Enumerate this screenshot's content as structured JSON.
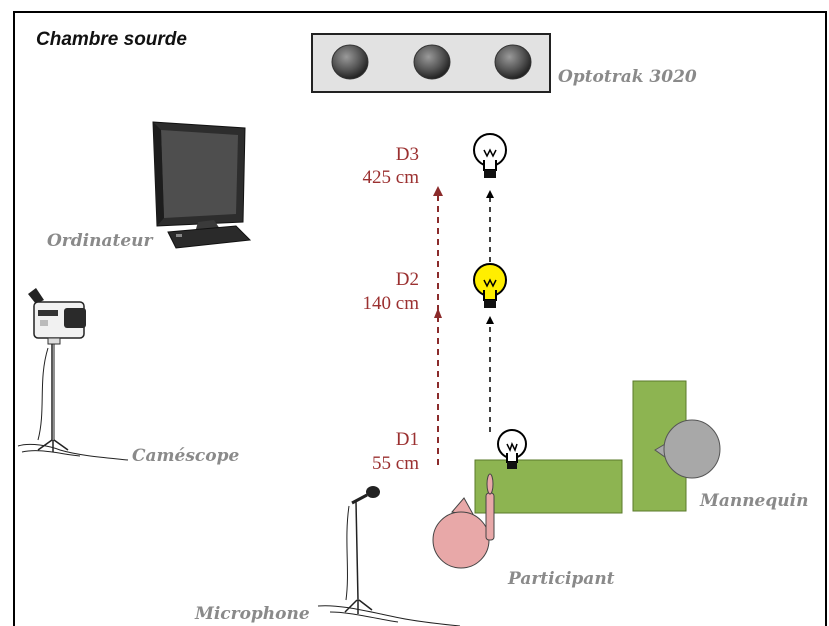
{
  "title": "Chambre sourde",
  "labels": {
    "optotrak": "Optotrak 3020",
    "computer": "Ordinateur",
    "camcorder": "Caméscope",
    "microphone": "Microphone",
    "participant": "Participant",
    "mannequin": "Mannequin"
  },
  "distances": [
    {
      "name": "D1",
      "value": "55 cm"
    },
    {
      "name": "D2",
      "value": "140 cm"
    },
    {
      "name": "D3",
      "value": "425 cm"
    }
  ],
  "colors": {
    "frame": "#000000",
    "table": "#8db451",
    "table_border": "#5a7a2a",
    "participant_head": "#e8a8a8",
    "mannequin_head": "#a8a8a8",
    "distance_text": "#9b3030",
    "distance_arrow": "#8b2b2b",
    "label_gray": "#8a8a8a",
    "bulb_lit": "#ffee00",
    "optotrak_panel": "#e2e2e2"
  },
  "icons": {
    "optotrak": "camera-bar-icon",
    "computer": "monitor-icon",
    "camcorder": "camcorder-icon",
    "microphone": "microphone-icon",
    "bulb_unlit": "light-bulb-icon",
    "bulb_lit": "light-bulb-lit-icon"
  }
}
